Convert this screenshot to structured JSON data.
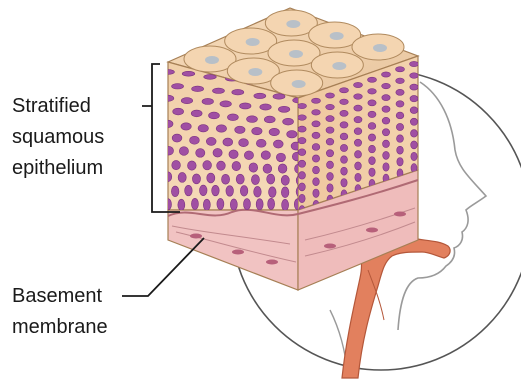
{
  "labels": {
    "stratified_line1": "Stratified",
    "stratified_line2": "squamous",
    "stratified_line3": "epithelium",
    "basement_line1": "Basement",
    "basement_line2": "membrane"
  },
  "colors": {
    "leader_line": "#1a1a1a",
    "cell_fill": "#f3d3ae",
    "cell_edge": "#b08a5e",
    "nucleus": "#a04fa3",
    "nucleus_flat": "#b8c0c8",
    "basement_pink": "#ecb3b5",
    "connective": "#f3c8c6",
    "vessel": "#e2805e",
    "profile_line": "#999999"
  }
}
